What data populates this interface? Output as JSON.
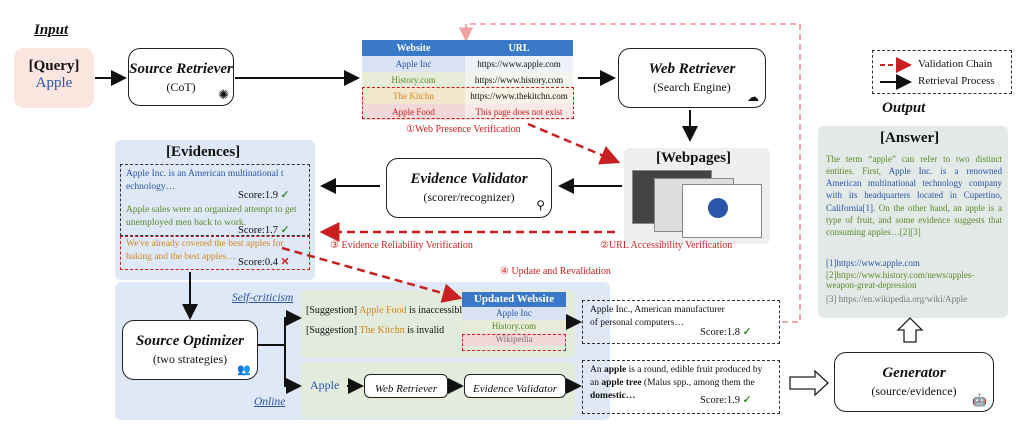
{
  "input": {
    "heading": "Input",
    "query_label": "[Query]",
    "query_value": "Apple"
  },
  "output": {
    "heading": "Output"
  },
  "source_retriever": {
    "title": "Source Retriever",
    "subtitle": "(CoT)"
  },
  "web_retriever": {
    "title": "Web Retriever",
    "subtitle": "(Search Engine)"
  },
  "website_table": {
    "headers": [
      "Website",
      "URL"
    ],
    "rows": [
      {
        "site": "Apple Inc",
        "url": "https://www.apple.com"
      },
      {
        "site": "History.com",
        "url": "https://www.history.com"
      },
      {
        "site": "The Kitchn",
        "url": "https://www.thekitchn.com"
      },
      {
        "site": "Apple Food",
        "url": "This page does not exist"
      }
    ]
  },
  "legend": {
    "validation": "Validation Chain",
    "retrieval": "Retrieval Process"
  },
  "steps": {
    "s1": "①Web Presence Verification",
    "s2": "②URL Accessibility Verification",
    "s3": "③ Evidence Reliability Verification",
    "s4": "④ Update and Revalidation"
  },
  "webpages": {
    "title": "[Webpages]"
  },
  "evidences": {
    "title": "[Evidences]",
    "items": [
      {
        "text": "Apple Inc. is an American multinational t echnology…",
        "score": "Score:1.9"
      },
      {
        "text": "Apple sales were an organized attempt to get unemployed men back to work.",
        "score": "Score:1.7"
      },
      {
        "text": "We've already covered the best apples for baking and the best apples…",
        "score": "Score:0.4"
      }
    ]
  },
  "evidence_validator": {
    "title": "Evidence Validator",
    "subtitle": "(scorer/recognizer)"
  },
  "source_optimizer": {
    "title": "Source Optimizer",
    "subtitle": "(two strategies)"
  },
  "self_criticism": {
    "label": "Self-criticism",
    "sugg1_pre": "[Suggestion] ",
    "sugg1_name": "Apple Food",
    "sugg1_post": " is inaccessible",
    "sugg2_pre": "[Suggestion] ",
    "sugg2_name": "The Kitchn",
    "sugg2_post": " is invalid"
  },
  "updated_website": {
    "title": "Updated Website",
    "rows": [
      "Apple Inc",
      "History.com",
      "Wikipedia"
    ]
  },
  "result1": {
    "text": "Apple Inc., American manufacturer of personal computers…",
    "score": "Score:1.8"
  },
  "online": {
    "label": "Online",
    "query": "Apple",
    "web_retriever": "Web Retriever",
    "evidence_validator": "Evidence Validator"
  },
  "result2": {
    "p1": "An ",
    "b1": "apple",
    "p2": " is a round, edible fruit produced by an ",
    "b2": "apple tree",
    "p3": " (Malus spp., among them the ",
    "b3": "domestic…",
    "score": "Score:1.9"
  },
  "answer": {
    "title": "[Answer]",
    "t1": "The term “apple” can refer to two distinct entities. First, ",
    "t2": "Apple Inc. is a renowned American multinational technology company with its headquarters located in Cupertino, California[1].",
    "t3": " On the other hand, an apple is a type of fruit, and some evidence suggests that consuming apples…[2][3]",
    "ref1": "[1]https://www.apple.com",
    "ref2": "[2]https://www.history.com/news/apples-weapon-great-depression",
    "ref3": "[3] https://en.wikipedia.org/wiki/Apple"
  },
  "generator": {
    "title": "Generator",
    "subtitle": "(source/evidence)"
  }
}
